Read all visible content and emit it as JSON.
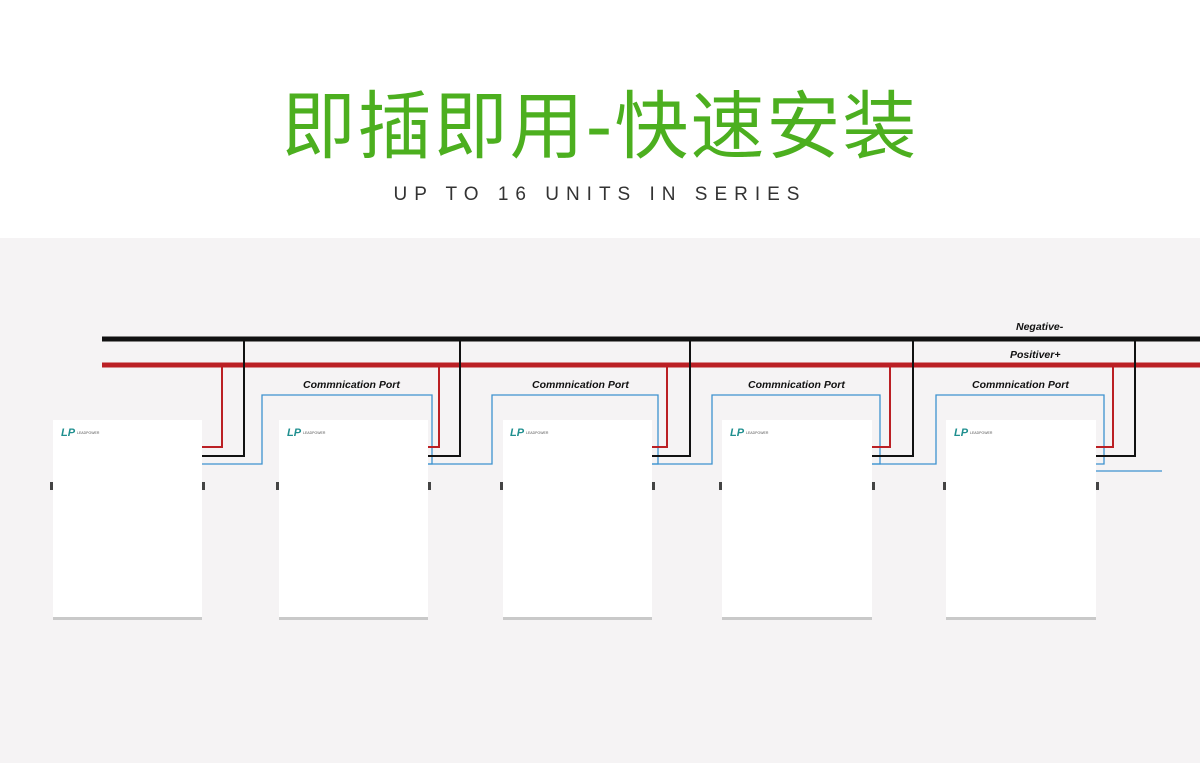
{
  "header": {
    "title": "即插即用-快速安装",
    "subtitle": "UP TO 16 UNITS IN SERIES"
  },
  "bus": {
    "negative_label": "Negative-",
    "positive_label": "Positiver+",
    "negative_color": "#111111",
    "positive_color": "#bb1f24"
  },
  "comm": {
    "label": "Commnication Port",
    "color": "#3d92cf"
  },
  "units": [
    {
      "logo": "LP",
      "brand": "LEADPOWER"
    },
    {
      "logo": "LP",
      "brand": "LEADPOWER"
    },
    {
      "logo": "LP",
      "brand": "LEADPOWER"
    },
    {
      "logo": "LP",
      "brand": "LEADPOWER"
    },
    {
      "logo": "LP",
      "brand": "LEADPOWER"
    }
  ],
  "colors": {
    "title": "#4caf1f",
    "background": "#f5f3f4",
    "unit_body": "#ffffff",
    "unit_logo": "#1f8f8f"
  }
}
